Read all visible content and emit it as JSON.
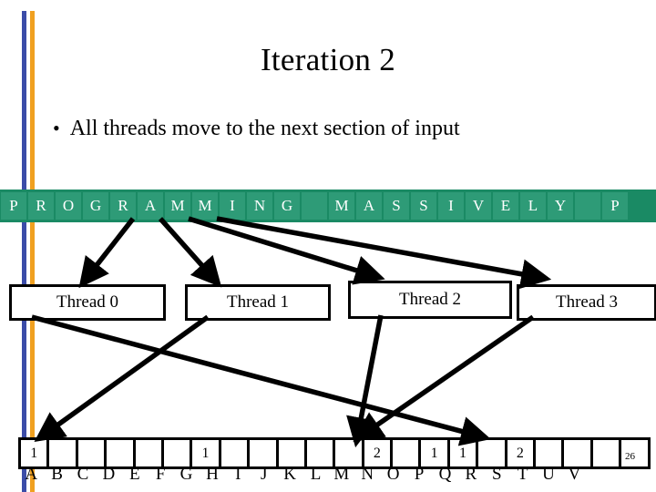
{
  "slide": {
    "title": "Iteration 2",
    "bullet_marker": "•",
    "bullet_text": "All threads move to the next section of input",
    "slide_number": "26",
    "accent_blue": "#3b4ca8",
    "accent_orange": "#f0a020",
    "strip_background": "#1a8a64",
    "strip_cell_color": "#2e9b77"
  },
  "input_strip": {
    "cells": [
      "P",
      "R",
      "O",
      "G",
      "R",
      "A",
      "M",
      "M",
      "I",
      "N",
      "G",
      "",
      "M",
      "A",
      "S",
      "S",
      "I",
      "V",
      "E",
      "L",
      "Y",
      "",
      "P"
    ]
  },
  "threads": [
    {
      "label": "Thread 0"
    },
    {
      "label": "Thread 1"
    },
    {
      "label": "Thread 2"
    },
    {
      "label": "Thread 3"
    }
  ],
  "output_table": {
    "labels": [
      "A",
      "B",
      "C",
      "D",
      "E",
      "F",
      "G",
      "H",
      "I",
      "J",
      "K",
      "L",
      "M",
      "N",
      "O",
      "P",
      "Q",
      "R",
      "S",
      "T",
      "U",
      "V"
    ],
    "values": [
      "1",
      "",
      "",
      "",
      "",
      "",
      "1",
      "",
      "",
      "",
      "",
      "",
      "2",
      "",
      "1",
      "1",
      "",
      "2",
      "",
      "",
      "",
      ""
    ]
  }
}
